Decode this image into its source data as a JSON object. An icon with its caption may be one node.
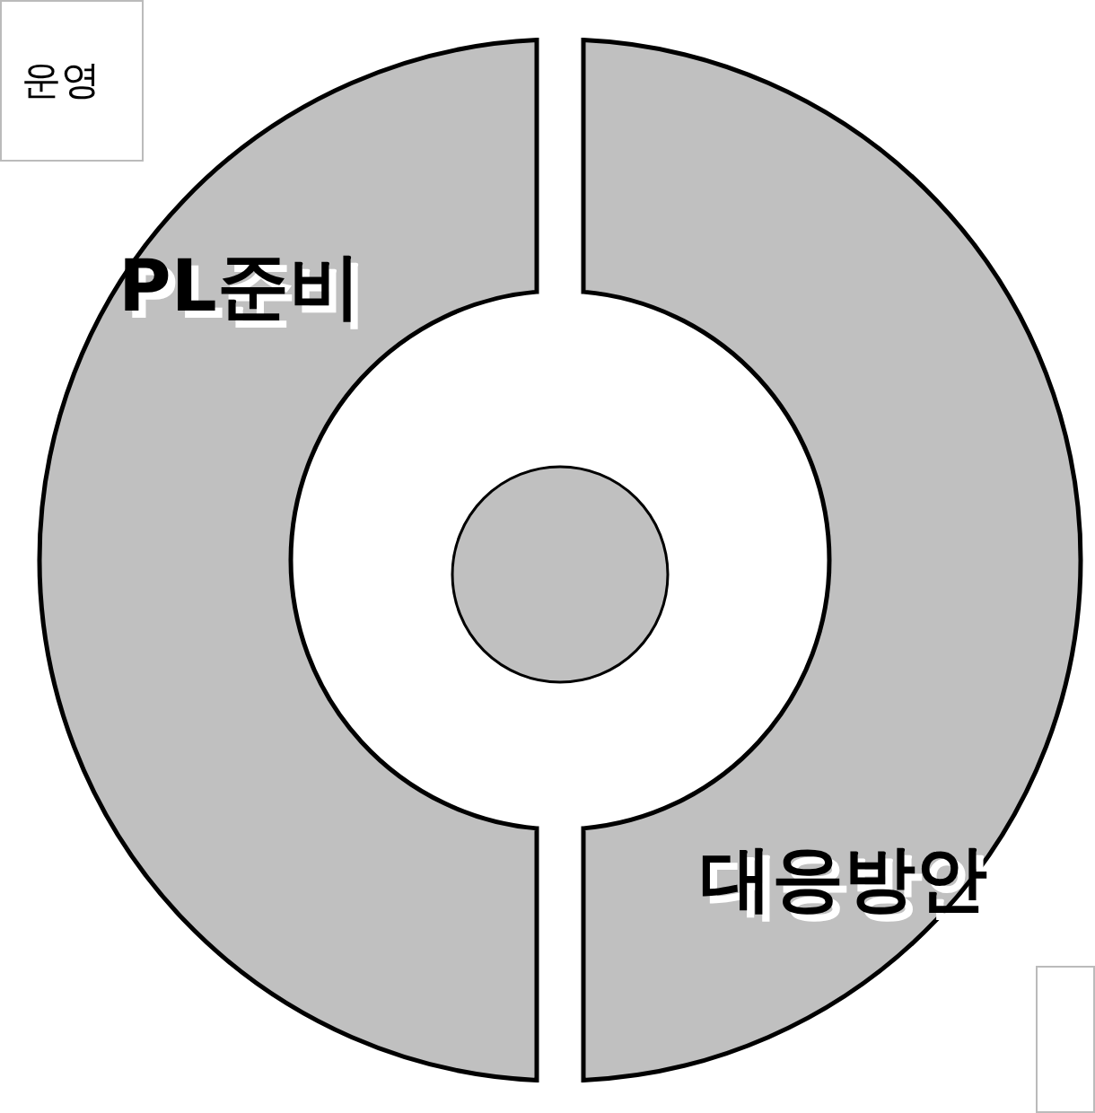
{
  "diagram": {
    "nodes": [
      {
        "text": [
          "운영"
        ]
      },
      {
        "text": [
          "PL준비"
        ]
      },
      {
        "text": [
          "대응방안"
        ]
      },
      {
        "text": [],
        "shape": "circle"
      },
      {
        "text": [],
        "shape": "box"
      }
    ]
  }
}
